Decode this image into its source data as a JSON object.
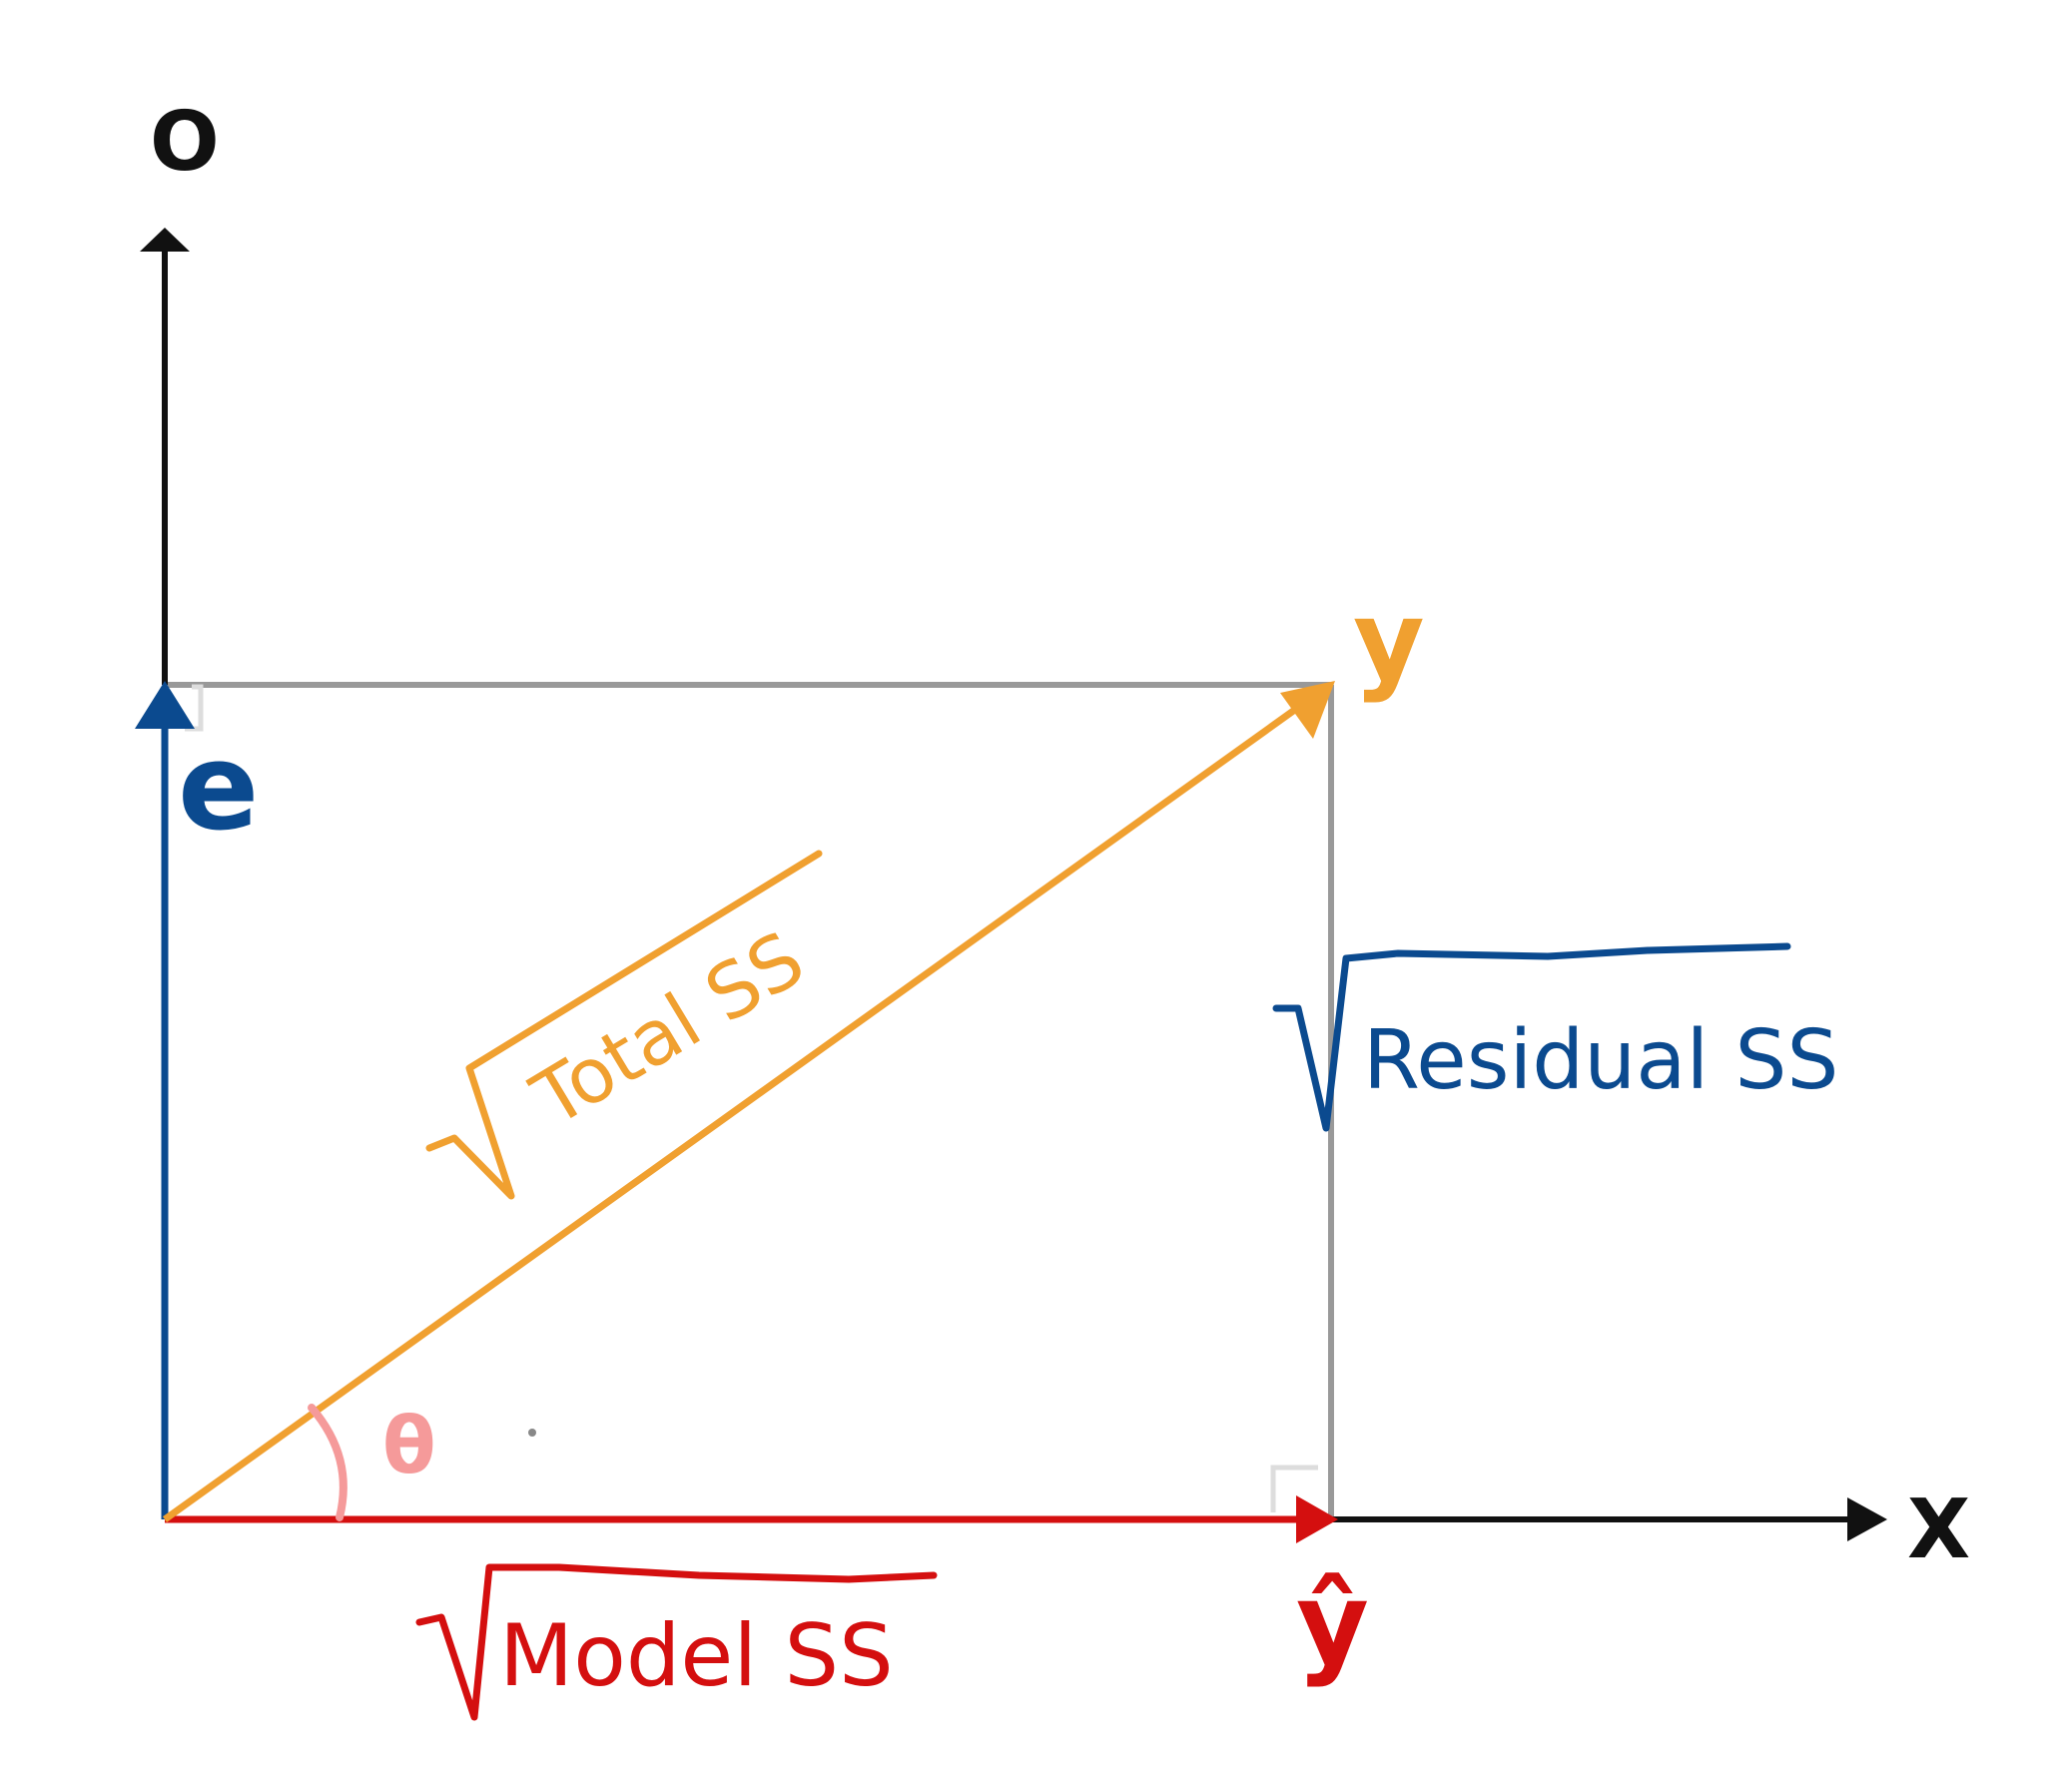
{
  "labels": {
    "o_axis": "O",
    "x_axis": "X",
    "e_vector": "e",
    "y_vector": "y",
    "y_hat_vector": "ŷ",
    "theta": "θ",
    "total_ss": "Total SS",
    "residual_ss": "Residual SS",
    "model_ss": "Model SS"
  },
  "colors": {
    "axis": "#111111",
    "residual": "#0b4a8f",
    "total": "#f0a030",
    "model": "#d40f0f",
    "guide": "#999999",
    "angle": "#f59a9a"
  }
}
